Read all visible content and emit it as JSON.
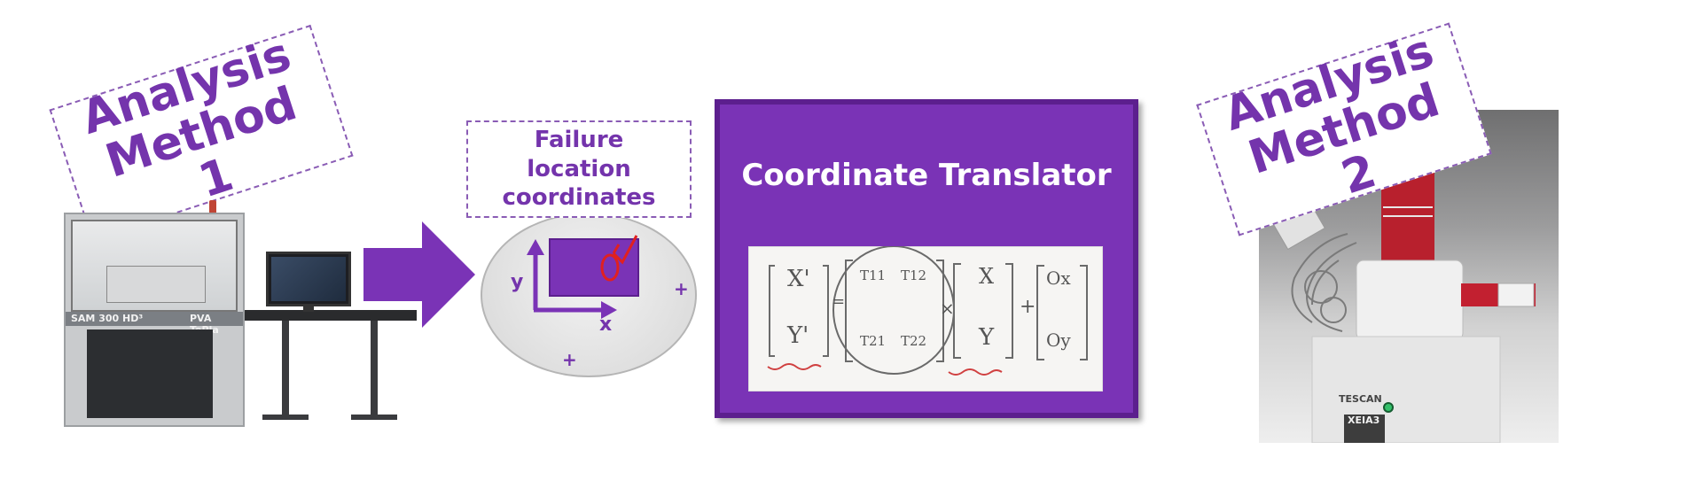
{
  "method1": {
    "line1": "Analysis",
    "line2": "Method 1"
  },
  "method2": {
    "line1": "Analysis",
    "line2": "Method 2"
  },
  "failure_box": {
    "line1": "Failure",
    "line2": "location",
    "line3": "coordinates"
  },
  "sam": {
    "model_label": "SAM 300 HD³",
    "brand_label": "PVA TePla"
  },
  "wafer": {
    "axis_x": "x",
    "axis_y": "y",
    "mark_plus": "+",
    "mark_o": "0"
  },
  "translator": {
    "title": "Coordinate Translator",
    "equation": {
      "lhs_top": "X'",
      "lhs_bottom": "Y'",
      "equals": "=",
      "t11": "T11",
      "t12": "T12",
      "t21": "T21",
      "t22": "T22",
      "times": "×",
      "vec_top": "X",
      "vec_bottom": "Y",
      "plus": "+",
      "off_top": "Ox",
      "off_bottom": "Oy"
    }
  },
  "tescan": {
    "brand": "TESCAN",
    "model": "XEIA3"
  },
  "colors": {
    "purple": "#7a33b6",
    "purple_dark": "#5c1f8e",
    "label_purple": "#7434ac",
    "annotation_red": "#e02020"
  },
  "icons": [
    "flow-arrow-icon",
    "axis-arrows-icon",
    "check-arrow-icon"
  ]
}
